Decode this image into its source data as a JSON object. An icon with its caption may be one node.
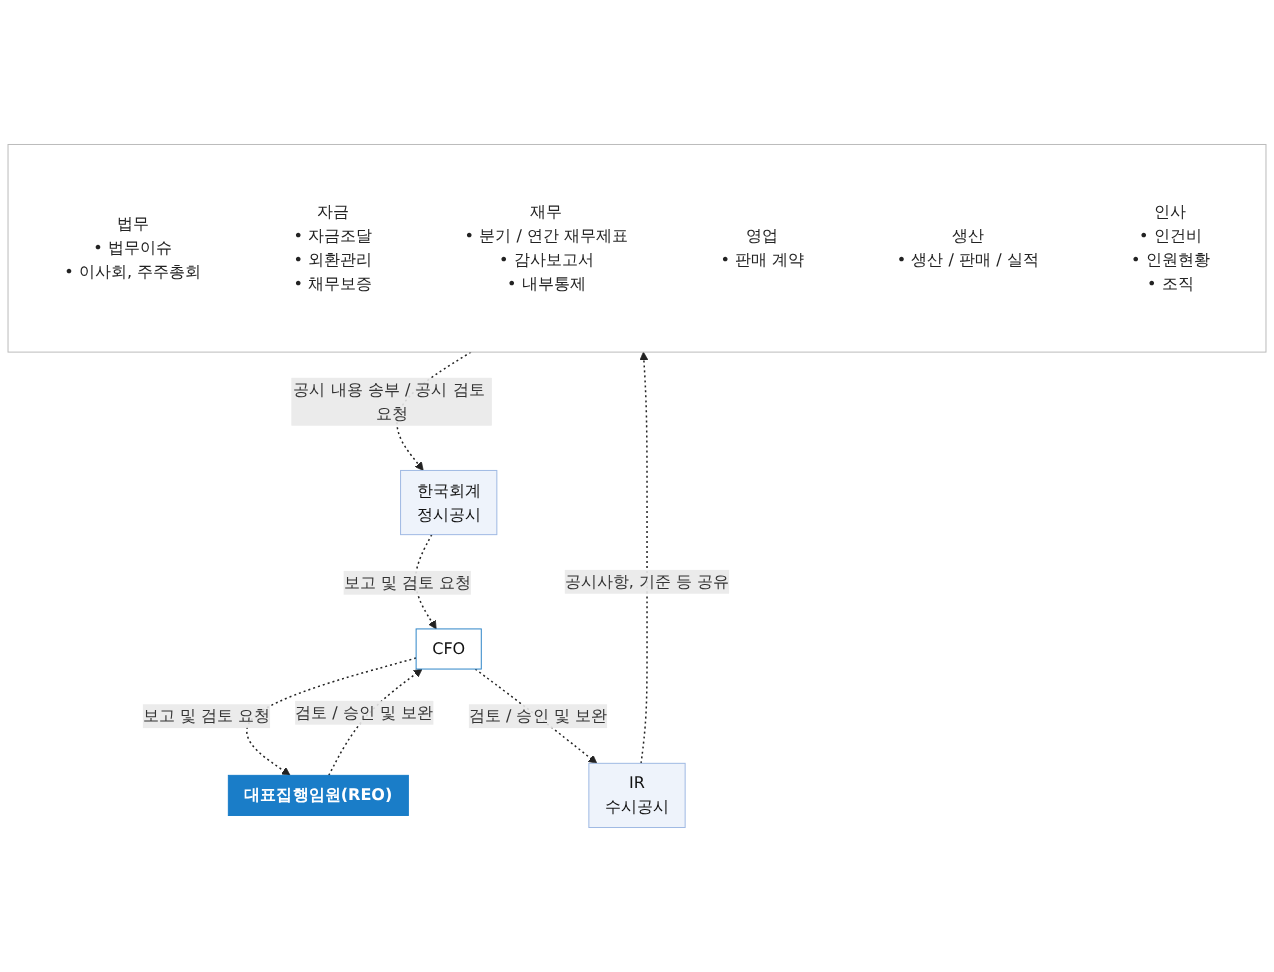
{
  "diagram": {
    "nodes": [
      {
        "text": [
          "대표집행임원(REO)"
        ]
      },
      {
        "text": [
          "CFO"
        ]
      },
      {
        "text": [
          "IR",
          "수시공시"
        ]
      },
      {
        "text": [
          "한국회계",
          "정시공시"
        ]
      },
      {
        "text": [],
        "shape": "box"
      },
      {
        "text": [
          "법무",
          "• 법무이슈",
          "• 이사회, 주주총회"
        ],
        "in": 4
      },
      {
        "text": [
          "자금",
          "• 자금조달",
          "• 외환관리",
          "• 채무보증"
        ],
        "in": 4
      },
      {
        "text": [
          "재무",
          "• 분기 / 연간 재무제표",
          "• 감사보고서",
          "• 내부통제"
        ],
        "in": 4
      },
      {
        "text": [
          "영업",
          "• 판매 계약"
        ],
        "in": 4
      },
      {
        "text": [
          "생산",
          "• 생산 / 판매 / 실적"
        ],
        "in": 4
      },
      {
        "text": [
          "인사",
          "• 인건비",
          "• 인원현황",
          "• 조직"
        ],
        "in": 4
      }
    ],
    "edges": [
      {
        "from": 0,
        "to": 1,
        "arrow": "to",
        "label": "검토 / 승인 및 보완",
        "style": "dashed"
      },
      {
        "from": 1,
        "to": 0,
        "arrow": "to",
        "label": "보고 및 검토 요청",
        "style": "dashed"
      },
      {
        "from": 1,
        "to": 2,
        "arrow": "to",
        "label": "검토 / 승인 및 보완",
        "style": "dashed"
      },
      {
        "from": 3,
        "to": 1,
        "arrow": "to",
        "label": "보고 및 검토 요청",
        "style": "dashed"
      },
      {
        "from": 2,
        "to": 4,
        "arrow": "to",
        "label": "공시사항, 기준 등 공유",
        "style": "dashed"
      },
      {
        "from": 4,
        "to": 3,
        "arrow": "to",
        "label": "공시 내용 송부 / 공시 검토 요청",
        "style": "dashed"
      }
    ]
  }
}
